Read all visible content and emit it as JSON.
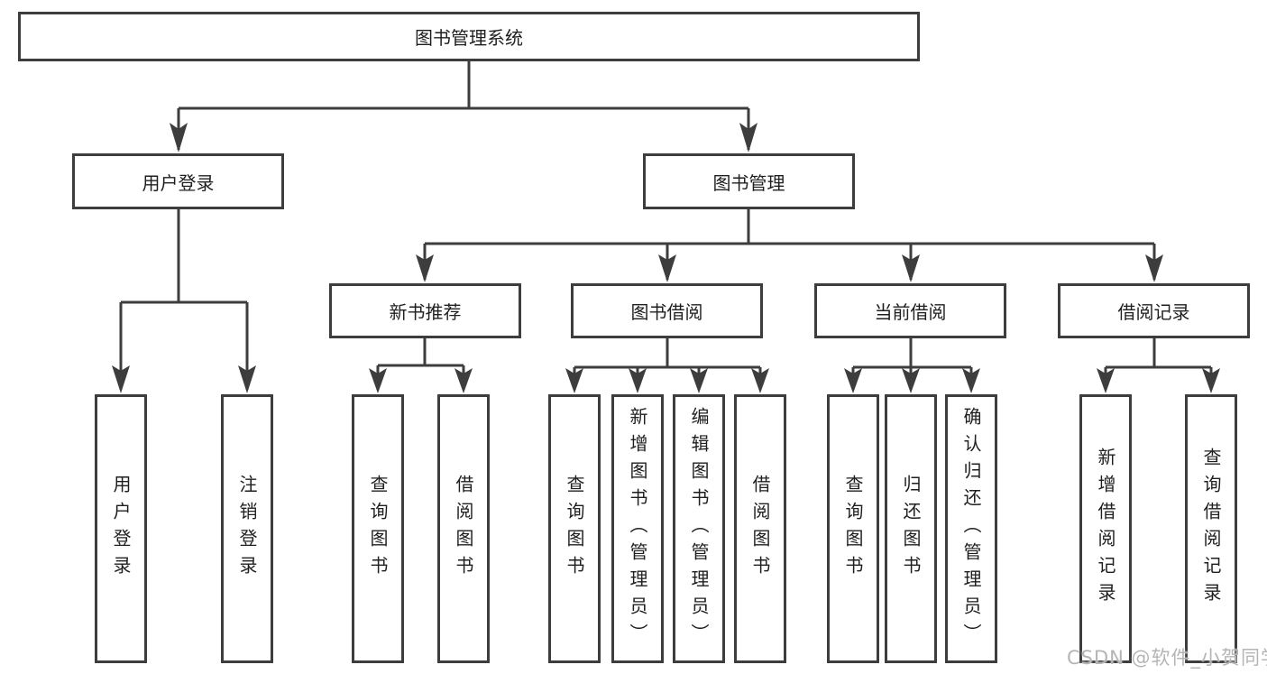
{
  "tree": {
    "root": "图书管理系统",
    "user_login": {
      "label": "用户登录",
      "children": [
        "用户登录",
        "注销登录"
      ]
    },
    "book_management": {
      "label": "图书管理",
      "sections": {
        "new_book_recommend": {
          "label": "新书推荐",
          "children": [
            "查询图书",
            "借阅图书"
          ]
        },
        "book_borrowing": {
          "label": "图书借阅",
          "children": [
            "查询图书",
            "新增图书（管理员）",
            "编辑图书（管理员）",
            "借阅图书"
          ]
        },
        "current_borrowing": {
          "label": "当前借阅",
          "children": [
            "查询图书",
            "归还图书",
            "确认归还（管理员）"
          ]
        },
        "borrowing_records": {
          "label": "借阅记录",
          "children": [
            "新增借阅记录",
            "查询借阅记录"
          ]
        }
      }
    }
  },
  "watermark": "CSDN @软件_小贺同学",
  "colors": {
    "line": "#3d3d3d",
    "text": "#1f1f1f",
    "watermark": "#b5b5b5",
    "canvas": "#ffffff"
  }
}
